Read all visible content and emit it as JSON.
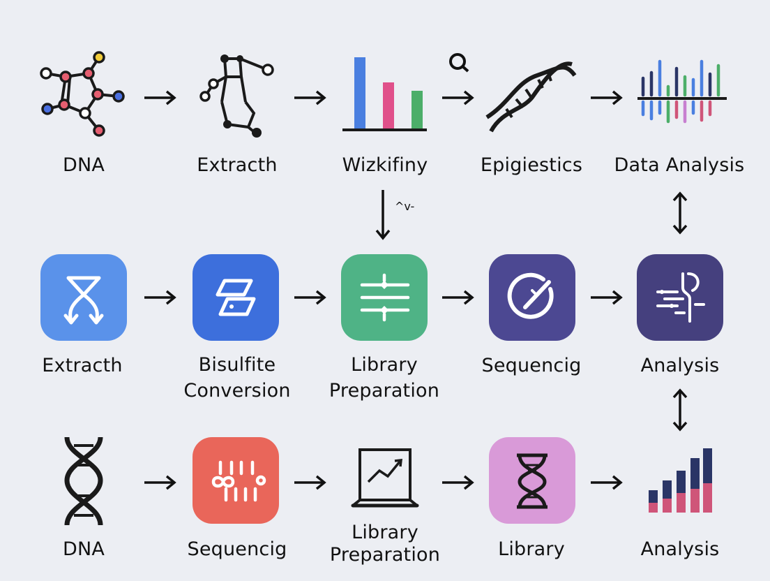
{
  "rows": [
    {
      "nodes": [
        {
          "label": "DNA",
          "icon": "molecule-icon"
        },
        {
          "label": "Extracth",
          "icon": "molecule-ring-icon"
        },
        {
          "label": "Wizkifiny",
          "icon": "bar-chart-icon"
        },
        {
          "label": "Epigiestics",
          "icon": "dna-helix-icon"
        },
        {
          "label": "Data Analysis",
          "icon": "signal-bars-icon"
        }
      ]
    },
    {
      "nodes": [
        {
          "label": "Extracth",
          "icon": "extract-icon",
          "color": "#5a92ea"
        },
        {
          "label_line1": "Bisulfite",
          "label_line2": "Conversion",
          "icon": "layers-icon",
          "color": "#3d6fdc"
        },
        {
          "label_line1": "Library",
          "label_line2": "Preparation",
          "icon": "sliders-icon",
          "color": "#4fb386"
        },
        {
          "label": "Sequencig",
          "icon": "circle-slash-icon",
          "color": "#4c4892"
        },
        {
          "label": "Analysis",
          "icon": "circuit-icon",
          "color": "#45407e"
        }
      ]
    },
    {
      "nodes": [
        {
          "label": "DNA",
          "icon": "dna-helix-icon"
        },
        {
          "label": "Sequencig",
          "icon": "sequencer-icon",
          "color": "#e9665a"
        },
        {
          "label_line1": "Library",
          "label_line2": "Preparation",
          "icon": "laptop-chart-icon"
        },
        {
          "label": "Library",
          "icon": "hourglass-icon",
          "color": "#d99ad8"
        },
        {
          "label": "Analysis",
          "icon": "stacked-bar-icon"
        }
      ]
    }
  ],
  "vertical_arrow_note": "^v-",
  "colors": {
    "background": "#eceef3",
    "dark": "#1a1a1a",
    "navy": "#2a3566",
    "pink": "#cf5579",
    "blue": "#4a7fe0",
    "green": "#4cae69"
  }
}
